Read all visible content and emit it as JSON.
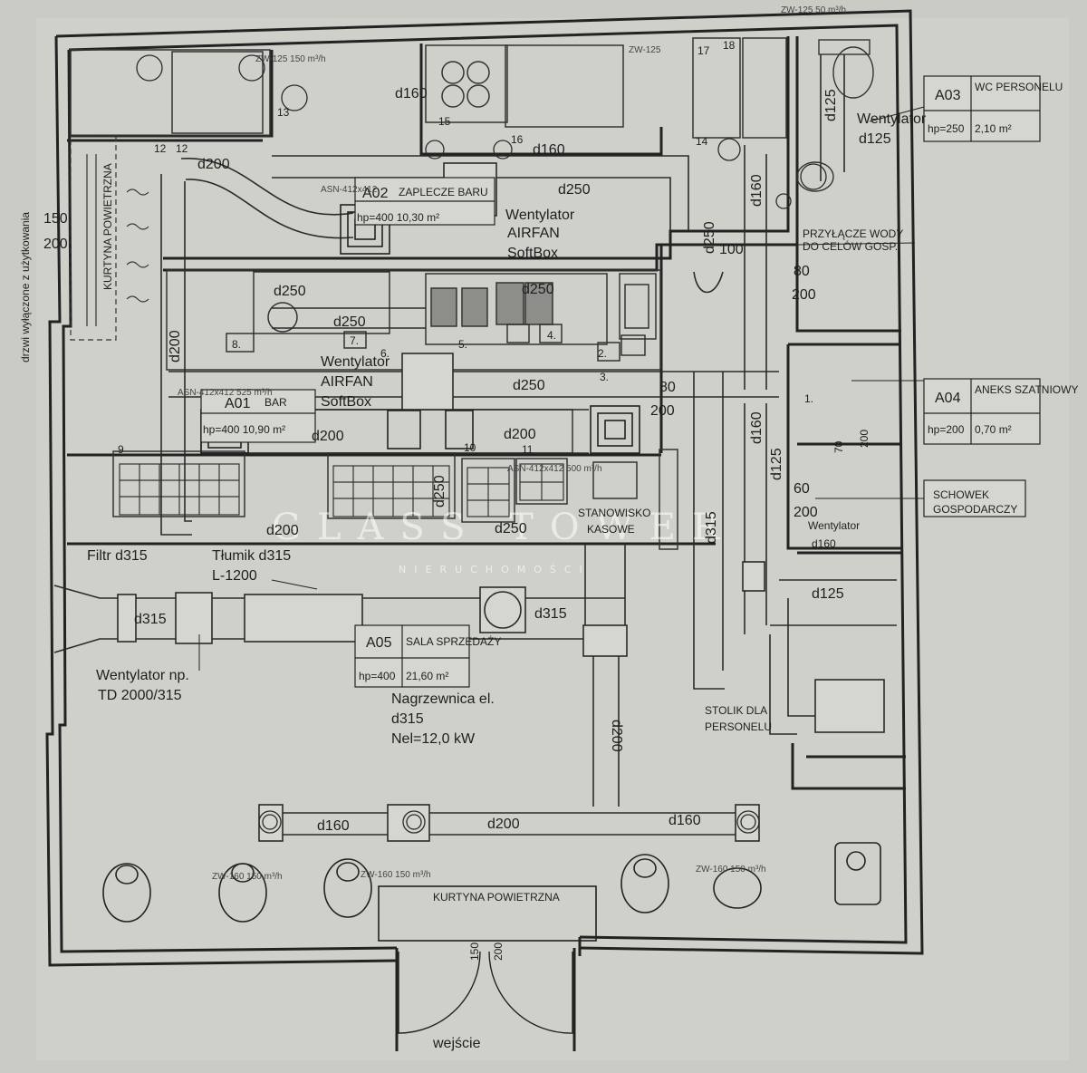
{
  "watermark": {
    "brand": "GLASS TOWER",
    "sub": "NIERUCHOMOŚCI"
  },
  "left_note": {
    "line1": "drzwi wyłączone z użytkowania",
    "w": "150",
    "h": "200"
  },
  "rooms": {
    "a01": {
      "code": "A01",
      "name": "BAR",
      "params": "hp=400 10,90 m²"
    },
    "a02": {
      "code": "A02",
      "name": "ZAPLECZE BARU",
      "params": "hp=400 10,30 m²"
    },
    "a03": {
      "code": "A03",
      "name": "WC PERSONELU",
      "hp": "hp=250",
      "area": "2,10 m²"
    },
    "a04": {
      "code": "A04",
      "name": "ANEKS SZATNIOWY",
      "hp": "hp=200",
      "area": "0,70 m²"
    },
    "a05": {
      "code": "A05",
      "name": "SALA SPRZEDAŻY",
      "hp": "hp=400",
      "area": "21,60 m²"
    }
  },
  "labels": {
    "kurtyna_top": "KURTYNA POWIETRZNA",
    "kurtyna_bottom": "KURTYNA POWIETRZNA",
    "went_airfan_1": [
      "Wentylator",
      "AIRFAN",
      "SoftBox"
    ],
    "went_airfan_2": [
      "Wentylator",
      "AIRFAN",
      "SoftBox"
    ],
    "went_d125": [
      "Wentylator",
      "d125"
    ],
    "went_d160": [
      "Wentylator",
      "d160"
    ],
    "went_np": [
      "Wentylator np.",
      "TD 2000/315"
    ],
    "filtr": "Filtr d315",
    "tlumik": [
      "Tłumik d315",
      "L-1200"
    ],
    "nagrzewnica": [
      "Nagrzewnica el.",
      "d315",
      "Nel=12,0 kW"
    ],
    "stanowisko": [
      "STANOWISKO",
      "KASOWE"
    ],
    "stolik": [
      "STOLIK DLA",
      "PERSONELU"
    ],
    "przylacze": [
      "PRZYŁĄCZE WODY",
      "DO CELÓW GOSP."
    ],
    "schowek": [
      "SCHOWEK",
      "GOSPODARCZY"
    ],
    "wejscie": "wejście",
    "door_w": "150",
    "door_h": "200",
    "win_80": "80",
    "win_200a": "200",
    "win_60": "60",
    "win_200b": "200",
    "w70": "70",
    "w200c": "200",
    "d80": "80",
    "d200x": "200"
  },
  "ducts": {
    "d160_top": "d160",
    "d160_right": "d160",
    "d250_top": "d250",
    "d200_a": "d200",
    "d250_a": "d250",
    "d250_b": "d250",
    "d250_c": "d250",
    "d250_d": "d250",
    "d200_b": "d200",
    "d200_c": "d200",
    "d200_d": "d200",
    "d200_v": "d200",
    "d250_v": "d250",
    "d250_e": "d250",
    "d315_a": "d315",
    "d315_b": "d315",
    "d315_v": "d315",
    "d160_v": "d160",
    "d125_v": "d125",
    "d125_wc": "d125",
    "d125_h": "d125",
    "d160_v2": "d160",
    "d160_bl": "d160",
    "d200_bm": "d200",
    "d160_br": "d160",
    "d200_vm": "d200",
    "d100": "100",
    "d250_dv": "d250"
  },
  "grilles": {
    "zw125_top": "ZW-125 50 m³/h",
    "zw125_150": "ZW-125 150 m³/h",
    "zw125_b": "ZW-125",
    "zw160_1": "ZW-160 150 m³/h",
    "zw160_2": "ZW-160 150 m³/h",
    "zw160_3": "ZW-160 150 m³/h",
    "asn_a02": "ASN-412x412",
    "asn_a01": "ASN-412x412 525 m³/h",
    "asn_mid": "ASN-412x412 500 m³/h"
  },
  "numbers": [
    "1.",
    "2.",
    "3.",
    "4.",
    "5.",
    "6.",
    "7.",
    "8.",
    "9",
    "10",
    "11",
    "12",
    "12",
    "13",
    "14",
    "15",
    "16",
    "17",
    "18"
  ]
}
